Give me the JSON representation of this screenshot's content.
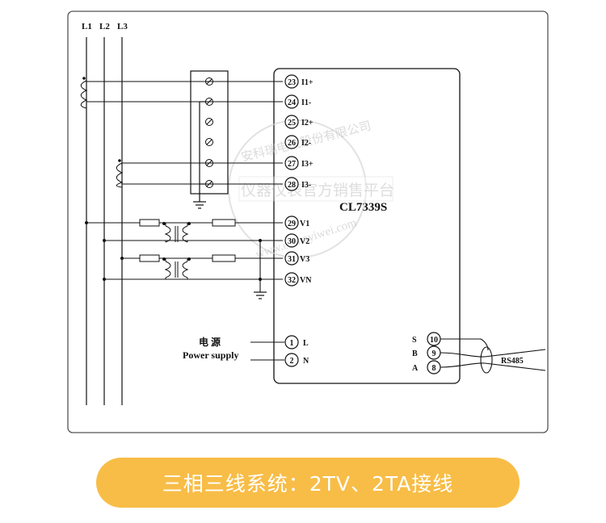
{
  "lines": {
    "l1": "L1",
    "l2": "L2",
    "l3": "L3"
  },
  "device": {
    "model": "CL7339S"
  },
  "terminals": {
    "t23": "23",
    "t24": "24",
    "t25": "25",
    "t26": "26",
    "t27": "27",
    "t28": "28",
    "t29": "29",
    "t30": "30",
    "t31": "31",
    "t32": "32",
    "t1": "1",
    "t2": "2",
    "t10": "10",
    "t9": "9",
    "t8": "8"
  },
  "terminal_labels": {
    "i1p": "I1+",
    "i1m": "I1-",
    "i2p": "I2+",
    "i2m": "I2-",
    "i3p": "I3+",
    "i3m": "I3-",
    "v1": "V1",
    "v2": "V2",
    "v3": "V3",
    "vn": "VN",
    "l": "L",
    "n": "N",
    "s": "S",
    "b": "B",
    "a": "A"
  },
  "power": {
    "zh": "电  源",
    "en": "Power  supply"
  },
  "comm": {
    "rs485": "RS485"
  },
  "watermark": {
    "big": "仪器仪表官方销售平台",
    "arc": "安科瑞电气股份有限公司",
    "url": "www.chinayiwei.com"
  },
  "caption": {
    "text": "三相三线系统：2TV、2TA接线"
  }
}
